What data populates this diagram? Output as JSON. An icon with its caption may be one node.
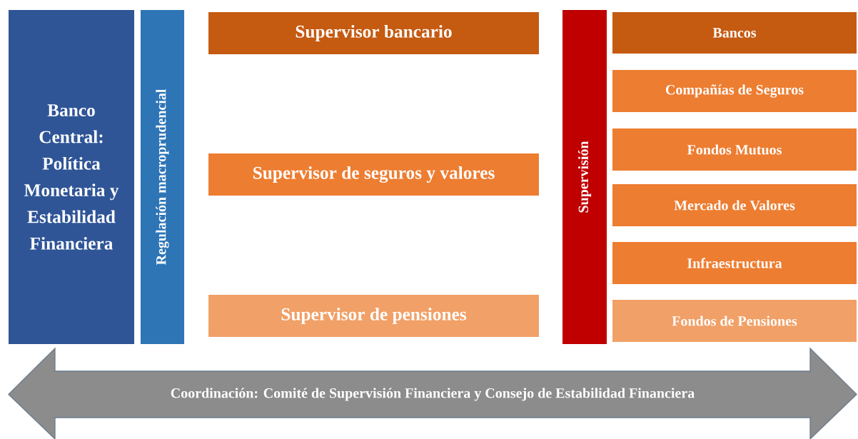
{
  "diagram": {
    "nodes": [
      {
        "text": [
          "Banco Central: Política Monetaria y Estabilidad Financiera"
        ]
      },
      {
        "text": [
          "Regulación macroprudencial"
        ]
      },
      {
        "text": [
          "Supervisor bancario"
        ]
      },
      {
        "text": [
          "Supervisor de seguros y valores"
        ]
      },
      {
        "text": [
          "Supervisor de pensiones"
        ]
      },
      {
        "text": [
          "Supervisión"
        ]
      },
      {
        "text": [
          "Bancos"
        ]
      },
      {
        "text": [
          "Compañías de Seguros"
        ]
      },
      {
        "text": [
          "Fondos Mutuos"
        ]
      },
      {
        "text": [
          "Mercado de Valores"
        ]
      },
      {
        "text": [
          "Infraestructura"
        ]
      },
      {
        "text": [
          "Fondos de Pensiones"
        ]
      },
      {
        "text": [
          "Coordinación: Comité de Supervisión Financiera y Consejo de Estabilidad Financiera"
        ]
      }
    ]
  }
}
